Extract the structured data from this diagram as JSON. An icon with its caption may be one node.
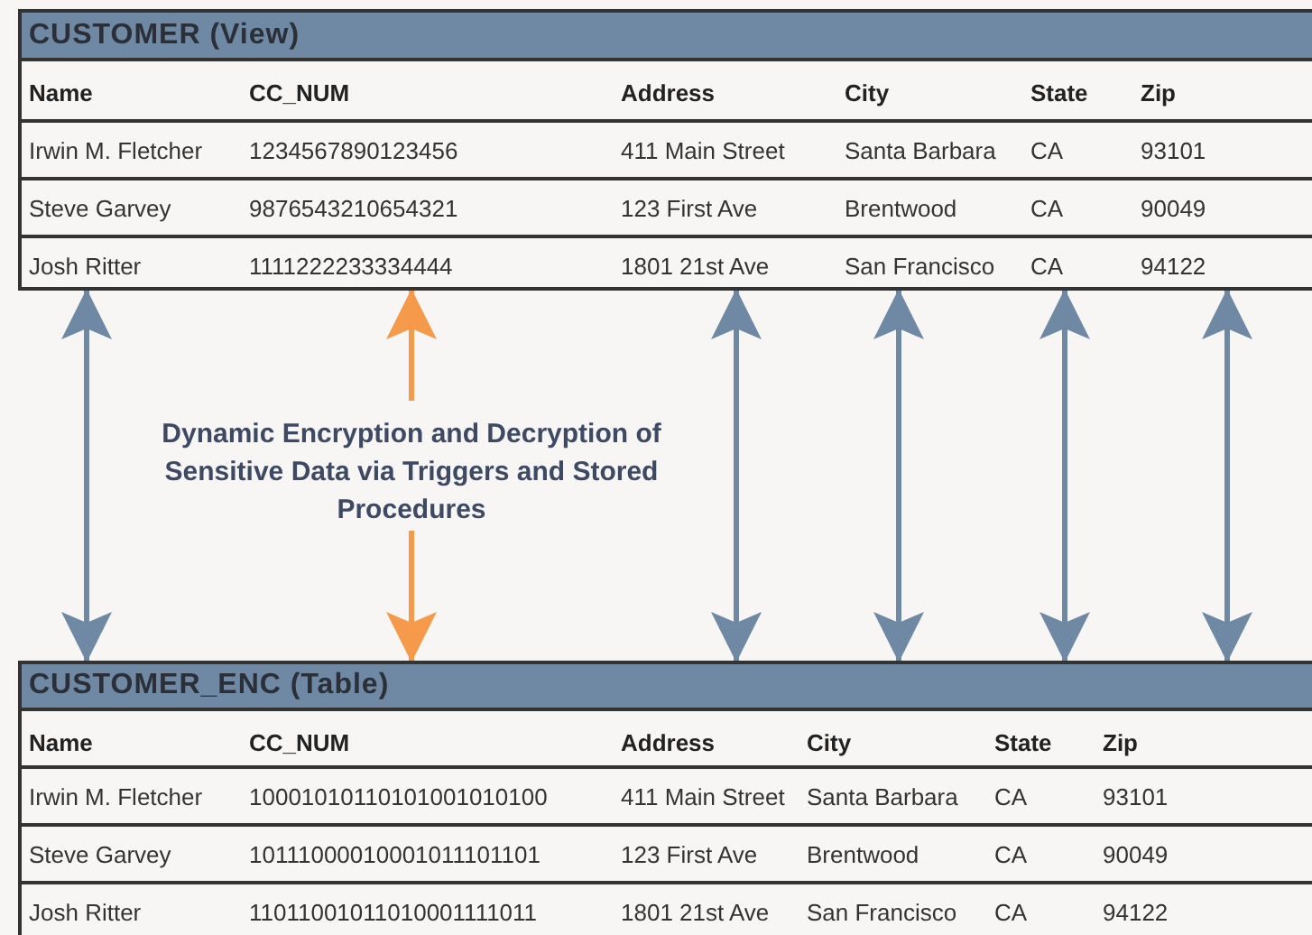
{
  "diagram": {
    "nodes": [
      {
        "text": [
          "CUSTOMER (View)"
        ]
      },
      {
        "text": [
          "Name",
          "Irwin M. Fletcher",
          "Steve Garvey",
          "Josh Ritter"
        ],
        "in": 0
      },
      {
        "text": [
          "CC_NUM",
          "1234567890123456",
          "9876543210654321",
          "1111222233334444"
        ],
        "in": 0
      },
      {
        "text": [
          "Address",
          "411 Main Street",
          "123 First Ave",
          "1801 21st Ave"
        ],
        "in": 0
      },
      {
        "text": [
          "City",
          "Santa Barbara",
          "Brentwood",
          "San Francisco"
        ],
        "in": 0
      },
      {
        "text": [
          "State",
          "CA",
          "CA",
          "CA"
        ],
        "in": 0
      },
      {
        "text": [
          "Zip",
          "93101",
          "90049",
          "94122"
        ],
        "in": 0
      },
      {
        "text": [
          "Dynamic Encryption and Decryption of Sensitive Data via Triggers and Stored Procedures"
        ]
      },
      {
        "text": [
          "CUSTOMER_ENC (Table)"
        ]
      },
      {
        "text": [
          "Name",
          "Irwin M. Fletcher",
          "Steve Garvey",
          "Josh Ritter"
        ],
        "in": 8
      },
      {
        "text": [
          "CC_NUM",
          "10001010110101001010100",
          "10111000010001011101101",
          "11011001011010001111011"
        ],
        "in": 8
      },
      {
        "text": [
          "Address",
          "411 Main Street",
          "123 First Ave",
          "1801 21st Ave"
        ],
        "in": 8
      },
      {
        "text": [
          "City",
          "Santa Barbara",
          "Brentwood",
          "San Francisco"
        ],
        "in": 8
      },
      {
        "text": [
          "State",
          "CA",
          "CA",
          "CA"
        ],
        "in": 8
      },
      {
        "text": [
          "Zip",
          "93101",
          "90049",
          "94122"
        ],
        "in": 8
      }
    ],
    "edges": [
      {
        "from": 1,
        "to": 9,
        "arrow": "both"
      },
      {
        "from": 7,
        "to": 2,
        "arrow": "to",
        "color": "#f59a4a"
      },
      {
        "from": 7,
        "to": 10,
        "arrow": "to",
        "color": "#f59a4a"
      },
      {
        "from": 3,
        "to": 11,
        "arrow": "both"
      },
      {
        "from": 4,
        "to": 12,
        "arrow": "both"
      },
      {
        "from": 5,
        "to": 13,
        "arrow": "both"
      },
      {
        "from": 6,
        "to": 14,
        "arrow": "both"
      }
    ]
  }
}
